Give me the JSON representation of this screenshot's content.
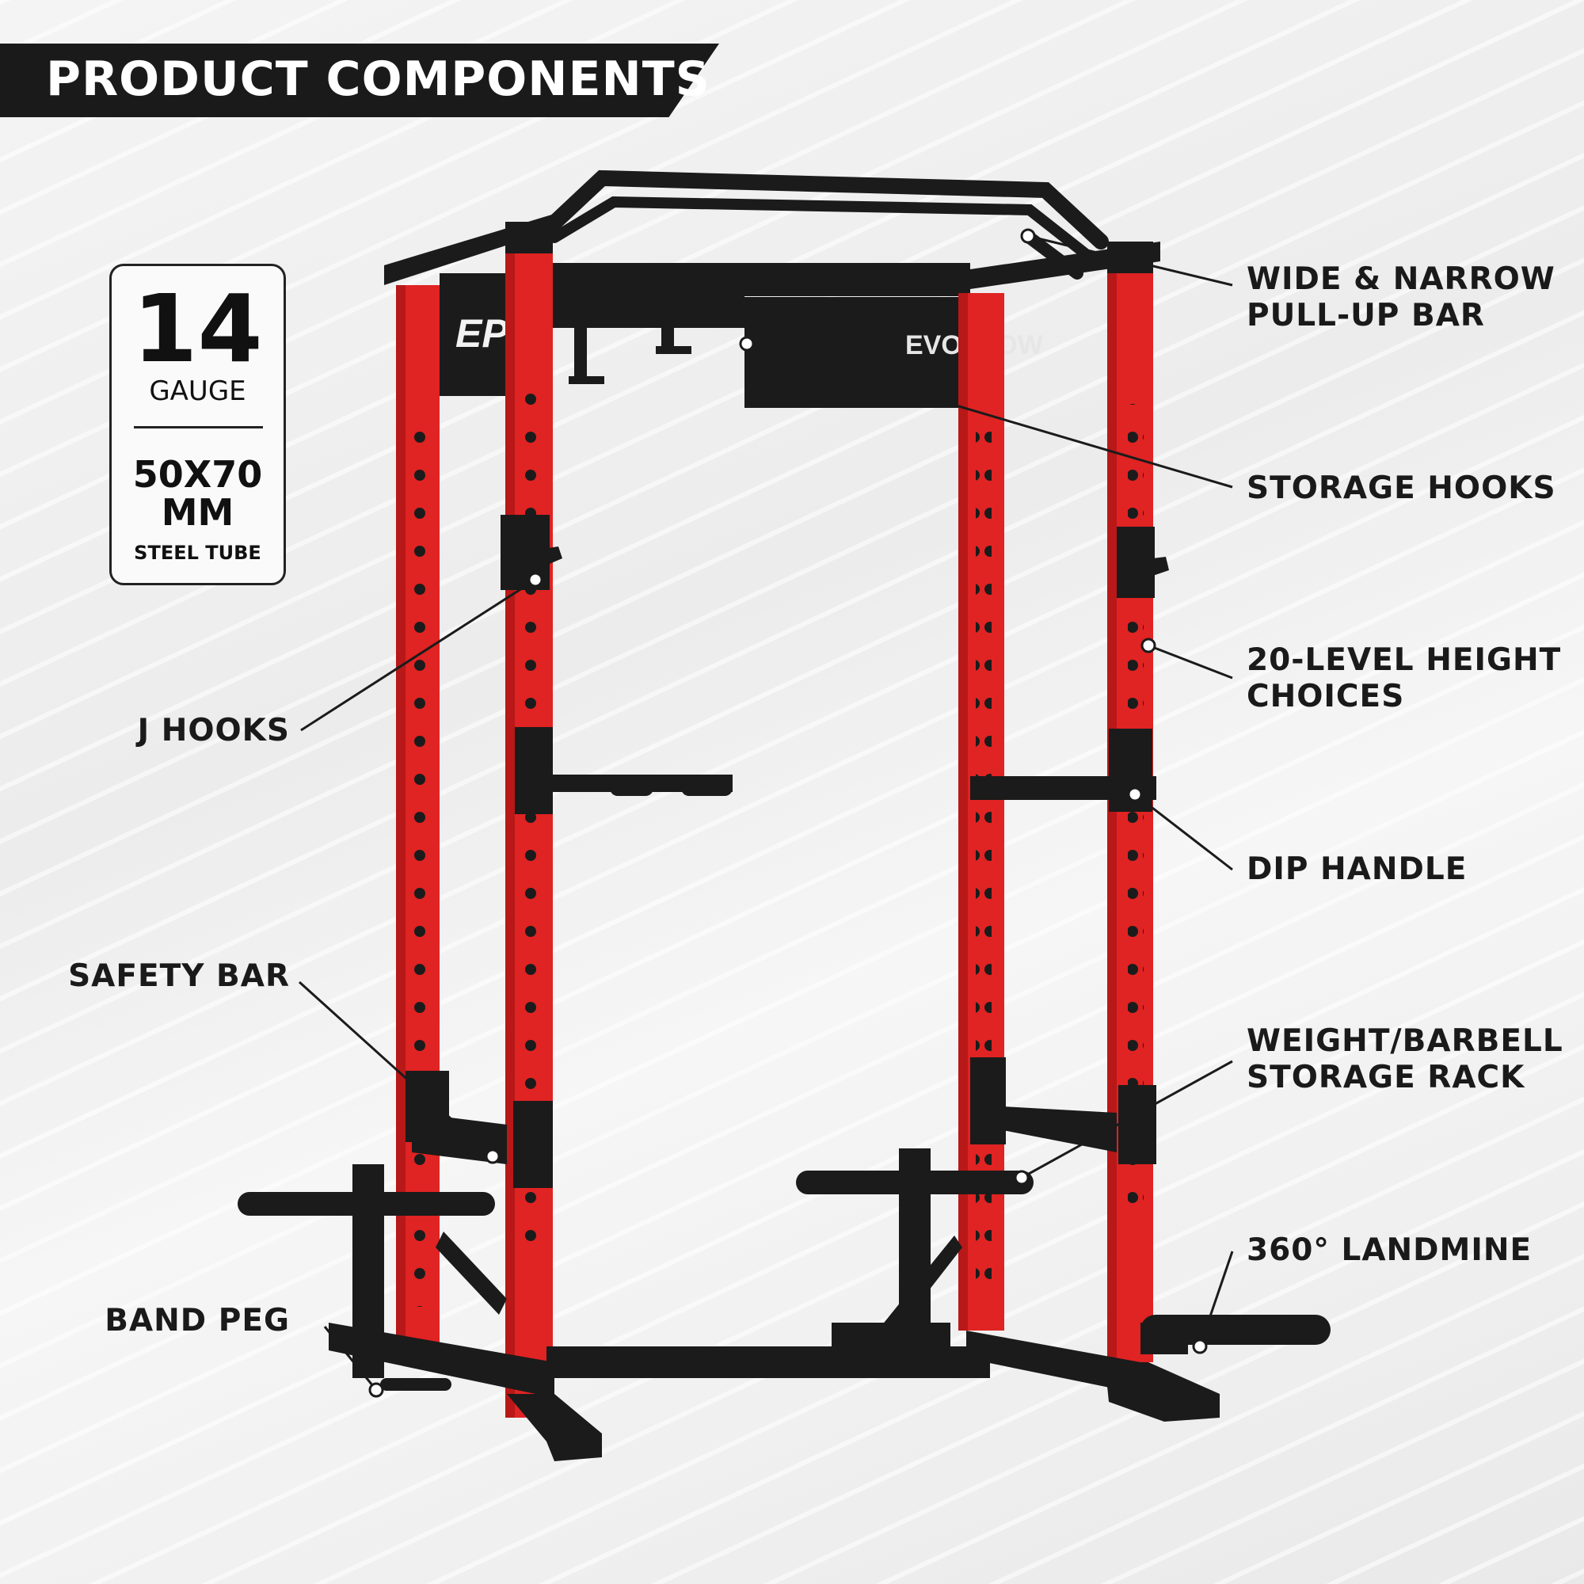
{
  "header": {
    "title": "PRODUCT COMPONENTS"
  },
  "spec": {
    "gauge_number": "14",
    "gauge_label": "GAUGE",
    "tube_size": "50X70",
    "tube_unit": "MM",
    "tube_label": "STEEL TUBE"
  },
  "brand": {
    "name": "EVOLPOW",
    "logo_text": "EP"
  },
  "callouts": {
    "pullup_line1": "WIDE & NARROW",
    "pullup_line2": "PULL-UP BAR",
    "storage_hooks": "STORAGE HOOKS",
    "height_line1": "20-LEVEL HEIGHT",
    "height_line2": "CHOICES",
    "dip_handle": "DIP HANDLE",
    "weight_line1": "WEIGHT/BARBELL",
    "weight_line2": "STORAGE RACK",
    "landmine": "360° LANDMINE",
    "j_hooks": "J HOOKS",
    "safety_bar": "SAFETY BAR",
    "band_peg": "BAND PEG"
  },
  "colors": {
    "frame_red": "#e02323",
    "steel_black": "#1b1b1b",
    "banner": "#1a1a1a"
  }
}
